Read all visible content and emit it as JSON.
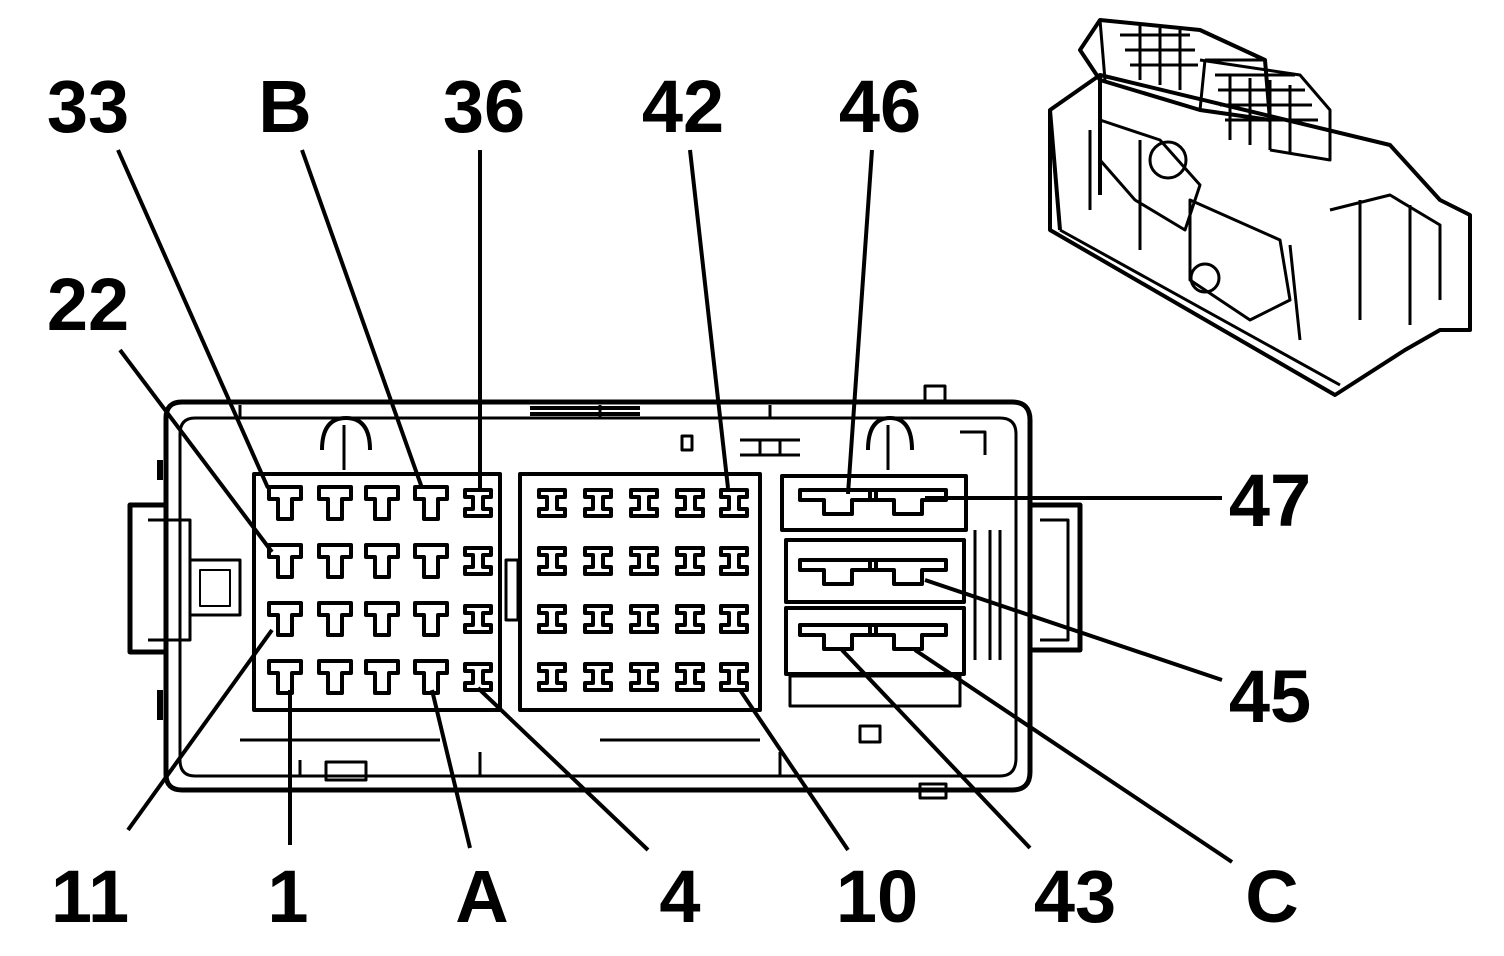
{
  "diagram": {
    "colors": {
      "stroke": "#000000",
      "background": "#ffffff"
    },
    "labels": {
      "l33": "33",
      "lB": "B",
      "l36": "36",
      "l42": "42",
      "l46": "46",
      "l22": "22",
      "l47": "47",
      "l45": "45",
      "l11": "11",
      "l1": "1",
      "lA": "A",
      "l4": "4",
      "l10": "10",
      "l43": "43",
      "lC": "C"
    },
    "icons": {
      "connector": "connector-3d-view-icon"
    }
  }
}
